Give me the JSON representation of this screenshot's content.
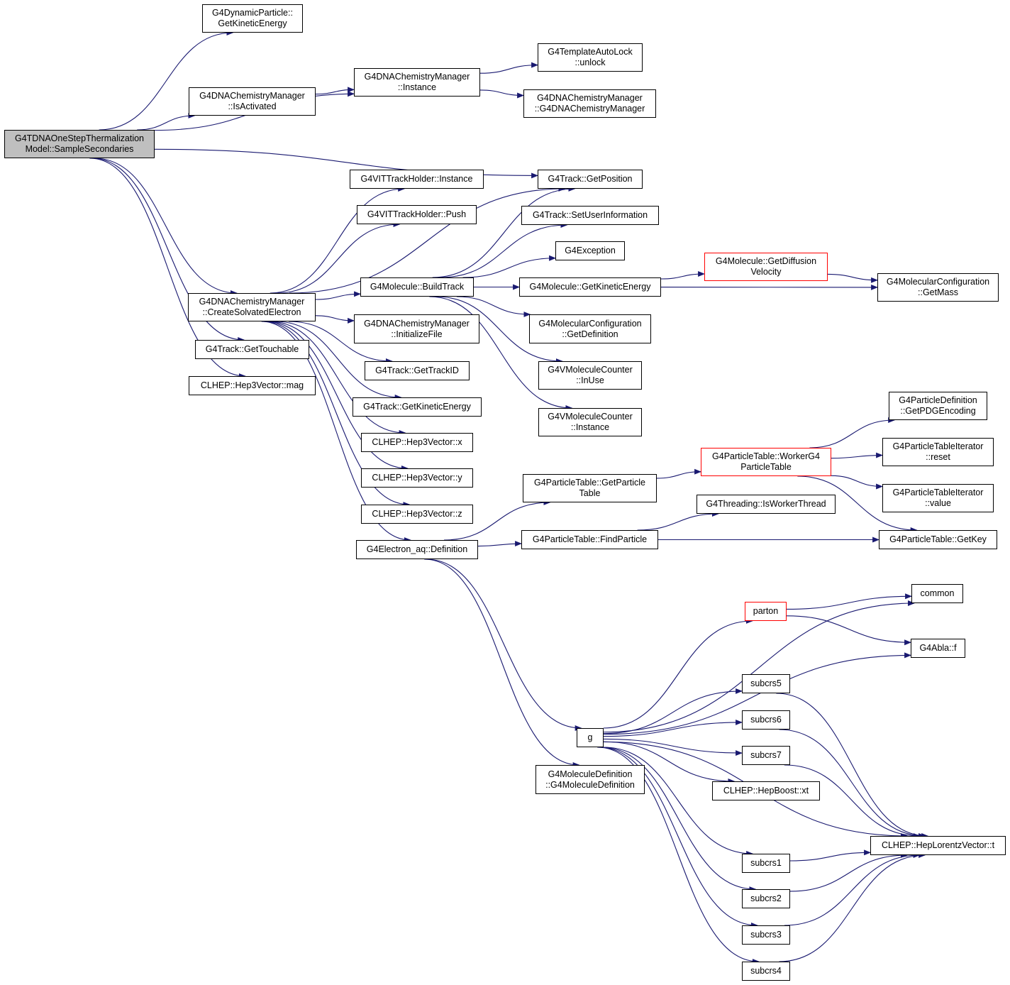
{
  "colors": {
    "edge": "#191970",
    "root_fill": "#bfbfbf",
    "node_border": "#000000",
    "truncated_border": "#ff0000"
  },
  "nodes": {
    "root": {
      "line1": "G4TDNAOneStepThermalization",
      "line2": "Model::SampleSecondaries"
    },
    "dyn_ke": {
      "line1": "G4DynamicParticle::",
      "line2": "GetKineticEnergy"
    },
    "chem_instance": {
      "line1": "G4DNAChemistryManager",
      "line2": "::Instance"
    },
    "chem_isactivated": {
      "line1": "G4DNAChemistryManager",
      "line2": "::IsActivated"
    },
    "autolock_unlock": {
      "line1": "G4TemplateAutoLock",
      "line2": "::unlock"
    },
    "chem_ctor": {
      "line1": "G4DNAChemistryManager",
      "line2": "::G4DNAChemistryManager"
    },
    "track_getposition": {
      "line1": "G4Track::GetPosition"
    },
    "vit_instance": {
      "line1": "G4VITTrackHolder::Instance"
    },
    "vit_push": {
      "line1": "G4VITTrackHolder::Push"
    },
    "track_setuserinfo": {
      "line1": "G4Track::SetUserInformation"
    },
    "g4exception": {
      "line1": "G4Exception"
    },
    "chem_createsolvated": {
      "line1": "G4DNAChemistryManager",
      "line2": "::CreateSolvatedElectron"
    },
    "mol_buildtrack": {
      "line1": "G4Molecule::BuildTrack"
    },
    "mol_getke": {
      "line1": "G4Molecule::GetKineticEnergy"
    },
    "mol_getdiffusion": {
      "line1": "G4Molecule::GetDiffusion",
      "line2": "Velocity"
    },
    "molconf_getmass": {
      "line1": "G4MolecularConfiguration",
      "line2": "::GetMass"
    },
    "chem_initfile": {
      "line1": "G4DNAChemistryManager",
      "line2": "::InitializeFile"
    },
    "molconf_getdef": {
      "line1": "G4MolecularConfiguration",
      "line2": "::GetDefinition"
    },
    "track_gettouchable": {
      "line1": "G4Track::GetTouchable"
    },
    "track_gettrackid": {
      "line1": "G4Track::GetTrackID"
    },
    "counter_inuse": {
      "line1": "G4VMoleculeCounter",
      "line2": "::InUse"
    },
    "hep3_mag": {
      "line1": "CLHEP::Hep3Vector::mag"
    },
    "track_getke": {
      "line1": "G4Track::GetKineticEnergy"
    },
    "counter_instance": {
      "line1": "G4VMoleculeCounter",
      "line2": "::Instance"
    },
    "pdef_getpdg": {
      "line1": "G4ParticleDefinition",
      "line2": "::GetPDGEncoding"
    },
    "hep3_x": {
      "line1": "CLHEP::Hep3Vector::x"
    },
    "ptable_workerg4": {
      "line1": "G4ParticleTable::WorkerG4",
      "line2": "ParticleTable"
    },
    "ptiter_reset": {
      "line1": "G4ParticleTableIterator",
      "line2": "::reset"
    },
    "hep3_y": {
      "line1": "CLHEP::Hep3Vector::y"
    },
    "ptable_getparticletable": {
      "line1": "G4ParticleTable::GetParticle",
      "line2": "Table"
    },
    "ptiter_value": {
      "line1": "G4ParticleTableIterator",
      "line2": "::value"
    },
    "hep3_z": {
      "line1": "CLHEP::Hep3Vector::z"
    },
    "threading_isworker": {
      "line1": "G4Threading::IsWorkerThread"
    },
    "electron_aq_def": {
      "line1": "G4Electron_aq::Definition"
    },
    "ptable_findparticle": {
      "line1": "G4ParticleTable::FindParticle"
    },
    "ptable_getkey": {
      "line1": "G4ParticleTable::GetKey"
    },
    "common": {
      "line1": "common"
    },
    "parton": {
      "line1": "parton"
    },
    "g4abla_f": {
      "line1": "G4Abla::f"
    },
    "subcrs5": {
      "line1": "subcrs5"
    },
    "subcrs6": {
      "line1": "subcrs6"
    },
    "g": {
      "line1": "g"
    },
    "subcrs7": {
      "line1": "subcrs7"
    },
    "moldef_ctor": {
      "line1": "G4MoleculeDefinition",
      "line2": "::G4MoleculeDefinition"
    },
    "hepboost_xt": {
      "line1": "CLHEP::HepBoost::xt"
    },
    "heplorentz_t": {
      "line1": "CLHEP::HepLorentzVector::t"
    },
    "subcrs1": {
      "line1": "subcrs1"
    },
    "subcrs2": {
      "line1": "subcrs2"
    },
    "subcrs3": {
      "line1": "subcrs3"
    },
    "subcrs4": {
      "line1": "subcrs4"
    }
  },
  "edges": [
    [
      "root",
      "dyn_ke"
    ],
    [
      "root",
      "chem_instance"
    ],
    [
      "root",
      "chem_isactivated"
    ],
    [
      "root",
      "track_getposition"
    ],
    [
      "root",
      "chem_createsolvated"
    ],
    [
      "root",
      "track_gettouchable"
    ],
    [
      "root",
      "hep3_mag"
    ],
    [
      "chem_isactivated",
      "chem_instance"
    ],
    [
      "chem_instance",
      "autolock_unlock"
    ],
    [
      "chem_instance",
      "chem_ctor"
    ],
    [
      "chem_createsolvated",
      "vit_instance"
    ],
    [
      "chem_createsolvated",
      "vit_push"
    ],
    [
      "chem_createsolvated",
      "track_getposition"
    ],
    [
      "chem_createsolvated",
      "mol_buildtrack"
    ],
    [
      "chem_createsolvated",
      "chem_initfile"
    ],
    [
      "chem_createsolvated",
      "track_gettrackid"
    ],
    [
      "chem_createsolvated",
      "track_getke"
    ],
    [
      "chem_createsolvated",
      "hep3_x"
    ],
    [
      "chem_createsolvated",
      "hep3_y"
    ],
    [
      "chem_createsolvated",
      "hep3_z"
    ],
    [
      "chem_createsolvated",
      "electron_aq_def"
    ],
    [
      "mol_buildtrack",
      "track_getposition"
    ],
    [
      "mol_buildtrack",
      "track_setuserinfo"
    ],
    [
      "mol_buildtrack",
      "g4exception"
    ],
    [
      "mol_buildtrack",
      "mol_getke"
    ],
    [
      "mol_buildtrack",
      "molconf_getdef"
    ],
    [
      "mol_buildtrack",
      "counter_inuse"
    ],
    [
      "mol_buildtrack",
      "counter_instance"
    ],
    [
      "mol_getke",
      "mol_getdiffusion"
    ],
    [
      "mol_getke",
      "molconf_getmass"
    ],
    [
      "mol_getdiffusion",
      "molconf_getmass"
    ],
    [
      "electron_aq_def",
      "ptable_getparticletable"
    ],
    [
      "electron_aq_def",
      "ptable_findparticle"
    ],
    [
      "electron_aq_def",
      "g"
    ],
    [
      "electron_aq_def",
      "moldef_ctor"
    ],
    [
      "ptable_getparticletable",
      "ptable_workerg4"
    ],
    [
      "ptable_workerg4",
      "pdef_getpdg"
    ],
    [
      "ptable_workerg4",
      "ptiter_reset"
    ],
    [
      "ptable_workerg4",
      "ptiter_value"
    ],
    [
      "ptable_workerg4",
      "ptable_getkey"
    ],
    [
      "ptable_findparticle",
      "threading_isworker"
    ],
    [
      "ptable_findparticle",
      "ptable_getkey"
    ],
    [
      "g",
      "common"
    ],
    [
      "g",
      "parton"
    ],
    [
      "g",
      "g4abla_f"
    ],
    [
      "g",
      "subcrs5"
    ],
    [
      "g",
      "subcrs6"
    ],
    [
      "g",
      "subcrs7"
    ],
    [
      "g",
      "hepboost_xt"
    ],
    [
      "g",
      "heplorentz_t"
    ],
    [
      "g",
      "subcrs1"
    ],
    [
      "g",
      "subcrs2"
    ],
    [
      "g",
      "subcrs3"
    ],
    [
      "g",
      "subcrs4"
    ],
    [
      "parton",
      "common"
    ],
    [
      "parton",
      "g4abla_f"
    ],
    [
      "subcrs5",
      "heplorentz_t"
    ],
    [
      "subcrs6",
      "heplorentz_t"
    ],
    [
      "subcrs7",
      "heplorentz_t"
    ],
    [
      "subcrs1",
      "heplorentz_t"
    ],
    [
      "subcrs2",
      "heplorentz_t"
    ],
    [
      "subcrs3",
      "heplorentz_t"
    ],
    [
      "subcrs4",
      "heplorentz_t"
    ]
  ]
}
